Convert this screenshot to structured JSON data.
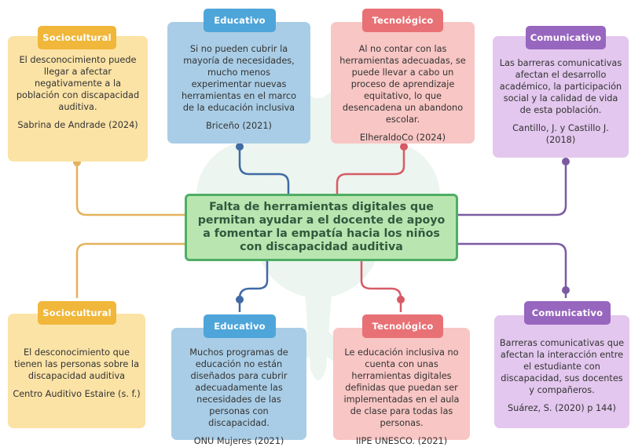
{
  "central_topic": "Falta de herramientas digitales que permitan ayudar a el docente de apoyo a fomentar la empatía hacia los niños con discapacidad auditiva",
  "colors": {
    "sociocultural": "#f0b73a",
    "educativo": "#4ea5d9",
    "tecnologico": "#e87175",
    "comunicativo": "#9766bf",
    "central_border": "#4fae64"
  },
  "top_branches": {
    "sociocultural": {
      "tag": "Sociocultural",
      "text": "El desconocimiento puede llegar a afectar negativamente a la población con discapacidad auditiva.",
      "ref": "Sabrina de Andrade (2024)"
    },
    "educativo": {
      "tag": "Educativo",
      "text": "Si no pueden cubrir la mayoría de necesidades, mucho menos experimentar nuevas herramientas en el marco de la educación inclusiva",
      "ref": "Briceño (2021)"
    },
    "tecnologico": {
      "tag": "Tecnológico",
      "text": "Al no contar con las herramientas adecuadas, se puede llevar a cabo un proceso de aprendizaje equitativo, lo que desencadena un abandono escolar.",
      "ref": "ElheraldoCo (2024)"
    },
    "comunicativo": {
      "tag": "Comunicativo",
      "text": "Las barreras comunicativas afectan el desarrollo académico, la participación social y la calidad de vida de esta población.",
      "ref": "Cantillo, J. y Castillo J. (2018)"
    }
  },
  "bottom_branches": {
    "sociocultural": {
      "tag": "Sociocultural",
      "text": "El desconocimiento que tienen las personas sobre la discapacidad auditiva",
      "ref": "Centro Auditivo Estaire (s. f.)"
    },
    "educativo": {
      "tag": "Educativo",
      "text": "Muchos programas de educación no están diseñados para cubrir adecuadamente las necesidades de las personas con discapacidad.",
      "ref": "ONU Mujeres (2021)"
    },
    "tecnologico": {
      "tag": "Tecnológico",
      "text": "Le educación inclusiva no cuenta con unas herramientas digitales definidas que puedan ser implementadas en el aula de clase para todas las personas.",
      "ref": "IIPE UNESCO. (2021)"
    },
    "comunicativo": {
      "tag": "Comunicativo",
      "text": "Barreras comunicativas que afectan la interacción entre el estudiante con discapacidad, sus docentes y compañeros.",
      "ref": "Suárez, S. (2020) p 144)"
    }
  }
}
